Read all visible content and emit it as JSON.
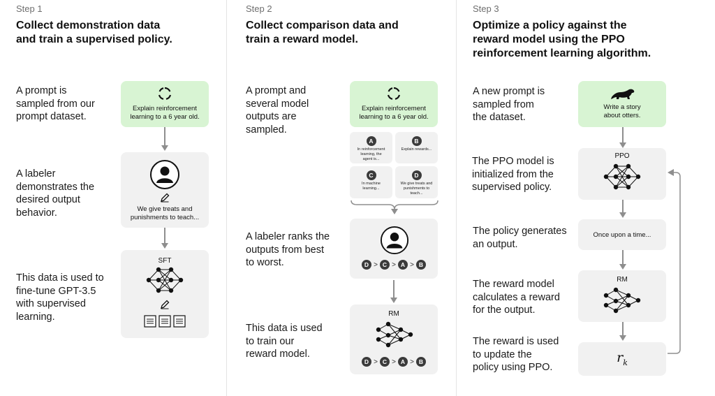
{
  "colors": {
    "green_box": "#d8f4d3",
    "gray_box": "#f1f1f1",
    "arrow": "#8e8e8e",
    "dark": "#3b3b3b"
  },
  "step1": {
    "label": "Step 1",
    "title_line1": "Collect demonstration data",
    "title_line2": "and train a supervised policy.",
    "desc1": [
      "A prompt is",
      "sampled from our",
      "prompt dataset."
    ],
    "desc2": [
      "A labeler",
      "demonstrates the",
      "desired output",
      "behavior."
    ],
    "desc3": [
      "This data is used to",
      "fine-tune GPT-3.5",
      "with supervised",
      "learning."
    ],
    "prompt_box": {
      "icon": "cycle-icon",
      "text1": "Explain reinforcement",
      "text2": "learning to a 6 year old."
    },
    "labeler_box": {
      "icon": "person-icon",
      "icon2": "pencil-icon",
      "text1": "We give treats and",
      "text2": "punishments to teach..."
    },
    "sft_box": {
      "label": "SFT",
      "icon": "neural-network-icon",
      "icon2": "pencil-icon",
      "icon3": "documents-icon"
    }
  },
  "step2": {
    "label": "Step 2",
    "title_line1": "Collect comparison data and",
    "title_line2": "train a reward model.",
    "desc1": [
      "A prompt and",
      "several model",
      "outputs are",
      "sampled."
    ],
    "desc2": [
      "A labeler ranks the",
      "outputs from best",
      "to worst."
    ],
    "desc3": [
      "This data is used",
      "to train our",
      "reward model."
    ],
    "prompt_box": {
      "icon": "cycle-icon",
      "text1": "Explain reinforcement",
      "text2": "learning to a 6 year old."
    },
    "outputs": [
      {
        "letter": "A",
        "lines": [
          "In reinforcement",
          "learning, the",
          "agent is..."
        ]
      },
      {
        "letter": "B",
        "lines": [
          "Explain rewards..."
        ]
      },
      {
        "letter": "C",
        "lines": [
          "In machine",
          "learning..."
        ]
      },
      {
        "letter": "D",
        "lines": [
          "We give treats and",
          "punishments to",
          "teach..."
        ]
      }
    ],
    "ranking": [
      "D",
      "C",
      "A",
      "B"
    ],
    "rank_separator": ">",
    "rm_box": {
      "label": "RM"
    }
  },
  "step3": {
    "label": "Step 3",
    "title_line1": "Optimize a policy against the",
    "title_line2": "reward model using the PPO",
    "title_line3": "reinforcement learning algorithm.",
    "desc1": [
      "A new prompt is",
      "sampled from",
      "the dataset."
    ],
    "desc2": [
      "The PPO model is",
      "initialized from the",
      "supervised policy."
    ],
    "desc3": [
      "The policy generates",
      "an output."
    ],
    "desc4": [
      "The reward model",
      "calculates a reward",
      "for the output."
    ],
    "desc5": [
      "The reward is used",
      "to update the",
      "policy using PPO."
    ],
    "prompt_box": {
      "icon": "otter-icon",
      "text1": "Write a story",
      "text2": "about otters."
    },
    "ppo_box": {
      "label": "PPO"
    },
    "output_box": {
      "text": "Once upon a time..."
    },
    "rm_box": {
      "label": "RM"
    },
    "reward_box": {
      "symbol": "r",
      "subscript": "k"
    }
  }
}
